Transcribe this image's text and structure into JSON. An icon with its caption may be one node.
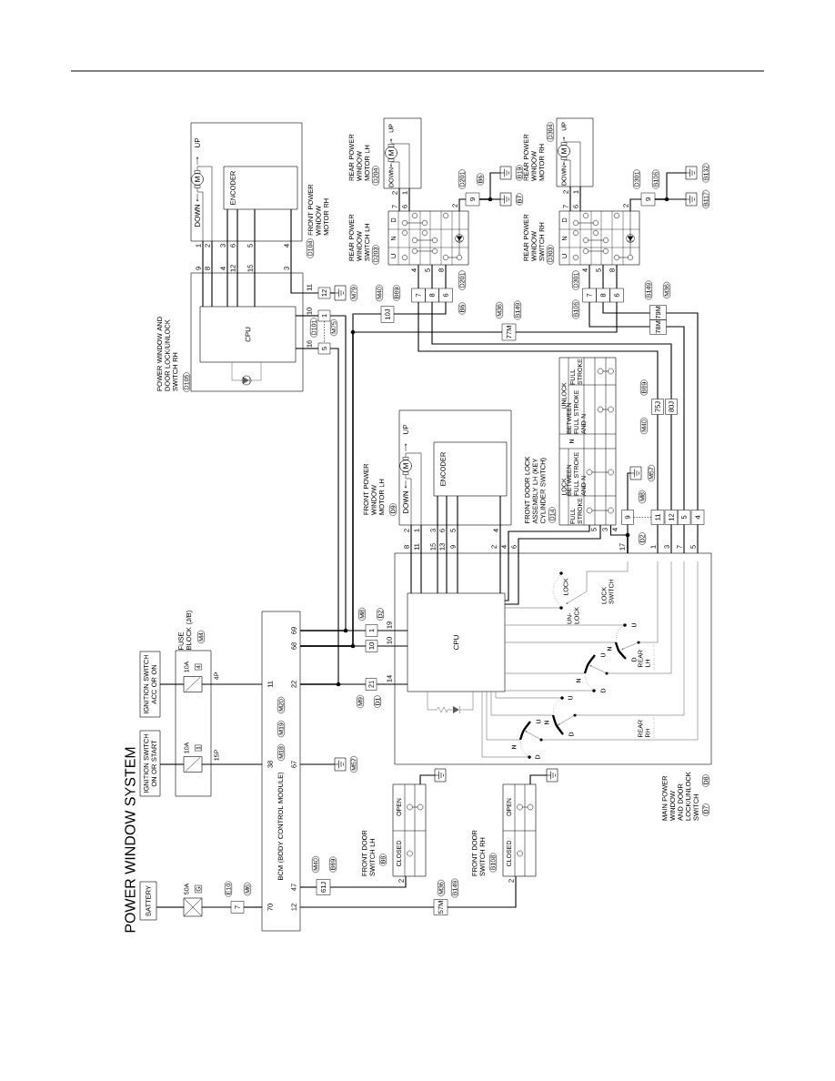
{
  "diagram": {
    "title": "POWER WINDOW SYSTEM",
    "nodes": [
      {
        "text": [
          "BATTERY"
        ]
      },
      {
        "text": [],
        "shape": "fuse",
        "beside": [
          "50A",
          "G"
        ]
      },
      {
        "text": [
          "7"
        ],
        "beside": [
          "E10",
          "M6"
        ]
      },
      {
        "text": [
          "IGNITION SWITCH ON OR START"
        ]
      },
      {
        "text": [
          "IGNITION SWITCH ACC OR ON"
        ]
      },
      {
        "text": [
          "FUSE BLOCK (J/B)"
        ],
        "beside": [
          "M4"
        ]
      },
      {
        "text": [],
        "shape": "fuse",
        "beside": [
          "10A",
          "1",
          "15P"
        ],
        "in": 5
      },
      {
        "text": [],
        "shape": "fuse",
        "beside": [
          "10A",
          "4",
          "4P"
        ],
        "in": 5
      },
      {
        "text": [
          "BCM (BODY CONTROL MODULE)",
          "M18",
          "M19",
          "M20"
        ]
      },
      {
        "text": [],
        "shape": "ground",
        "beside": [
          "M57"
        ]
      },
      {
        "text": [
          "1"
        ],
        "beside": [
          "M8",
          "D2"
        ]
      },
      {
        "text": [
          "10"
        ]
      },
      {
        "text": [
          "21"
        ],
        "beside": [
          "M9",
          "D1"
        ]
      },
      {
        "text": [
          "MAIN POWER WINDOW AND DOOR LOCK/UNLOCK SWITCH"
        ],
        "beside": [
          "D7",
          "D8"
        ]
      },
      {
        "text": [
          "CPU"
        ],
        "in": 13
      },
      {
        "text": [
          "FRONT DOOR SWITCH LH",
          "CLOSED",
          "OPEN"
        ],
        "beside": [
          "B8"
        ]
      },
      {
        "text": [],
        "shape": "ground"
      },
      {
        "text": [
          "FRONT DOOR SWITCH RH",
          "CLOSED",
          "OPEN"
        ],
        "beside": [
          "B108"
        ]
      },
      {
        "text": [],
        "shape": "ground"
      },
      {
        "text": [
          "61J"
        ],
        "beside": [
          "M40",
          "B69"
        ]
      },
      {
        "text": [
          "57M"
        ],
        "beside": [
          "M36",
          "B149"
        ]
      },
      {
        "text": [
          "FRONT POWER WINDOW MOTOR LH",
          "DOWN",
          "UP",
          "M"
        ],
        "beside": [
          "D9"
        ]
      },
      {
        "text": [
          "ENCODER"
        ],
        "in": 21
      },
      {
        "text": [
          "FRONT DOOR LOCK ASSEMBLY LH (KEY CYLINDER SWITCH)",
          "LOCK",
          "FULL STROKE",
          "BETWEEN FULL STROKE AND N",
          "N",
          "UNLOCK",
          "BETWEEN FULL STROKE AND N",
          "FULL STROKE"
        ],
        "beside": [
          "D14"
        ]
      },
      {
        "text": [
          "9"
        ],
        "beside": [
          "M8",
          "D2"
        ]
      },
      {
        "text": [],
        "shape": "ground",
        "beside": [
          "M57"
        ]
      },
      {
        "text": [
          "11"
        ]
      },
      {
        "text": [
          "12"
        ]
      },
      {
        "text": [
          "5"
        ]
      },
      {
        "text": [
          "4"
        ]
      },
      {
        "text": [
          "75J"
        ],
        "beside": [
          "M40",
          "B69"
        ]
      },
      {
        "text": [
          "80J"
        ]
      },
      {
        "text": [
          "REAR POWER WINDOW SWITCH LH",
          "U",
          "N",
          "D"
        ],
        "beside": [
          "D203"
        ]
      },
      {
        "text": [
          "REAR POWER WINDOW MOTOR LH",
          "DOWN",
          "UP",
          "M"
        ],
        "beside": [
          "D204"
        ]
      },
      {
        "text": [
          "9"
        ],
        "beside": [
          "D201",
          "B6"
        ]
      },
      {
        "text": [],
        "shape": "ground",
        "beside": [
          "B19"
        ]
      },
      {
        "text": [],
        "shape": "ground",
        "beside": [
          "B7"
        ]
      },
      {
        "text": [
          "7"
        ]
      },
      {
        "text": [
          "8"
        ]
      },
      {
        "text": [
          "6"
        ],
        "beside": [
          "D201",
          "B6"
        ]
      },
      {
        "text": [
          "10J"
        ],
        "beside": [
          "M40",
          "B69"
        ]
      },
      {
        "text": [
          "77M"
        ],
        "beside": [
          "M36",
          "B149"
        ]
      },
      {
        "text": [
          "REAR POWER WINDOW SWITCH RH",
          "U",
          "N",
          "D"
        ],
        "beside": [
          "D303"
        ]
      },
      {
        "text": [
          "REAR POWER WINDOW MOTOR RH",
          "DOWN",
          "UP",
          "M"
        ],
        "beside": [
          "D304"
        ]
      },
      {
        "text": [
          "9"
        ],
        "beside": [
          "D301",
          "B106"
        ]
      },
      {
        "text": [],
        "shape": "ground",
        "beside": [
          "B132"
        ]
      },
      {
        "text": [],
        "shape": "ground",
        "beside": [
          "B117"
        ]
      },
      {
        "text": [
          "7"
        ],
        "beside": [
          "D301",
          "B106"
        ]
      },
      {
        "text": [
          "8"
        ]
      },
      {
        "text": [
          "6"
        ]
      },
      {
        "text": [
          "79M"
        ],
        "beside": [
          "B149",
          "M36"
        ]
      },
      {
        "text": [
          "78M"
        ]
      },
      {
        "text": [
          "POWER WINDOW AND DOOR LOCK/UNLOCK SWITCH RH"
        ],
        "beside": [
          "D105"
        ]
      },
      {
        "text": [
          "CPU"
        ],
        "in": 52
      },
      {
        "text": [
          "FRONT POWER WINDOW MOTOR RH",
          "DOWN",
          "UP",
          "M"
        ],
        "beside": [
          "D104"
        ]
      },
      {
        "text": [
          "ENCODER"
        ],
        "in": 54
      },
      {
        "text": [
          "12"
        ]
      },
      {
        "text": [],
        "shape": "ground",
        "beside": [
          "M79"
        ]
      },
      {
        "text": [
          "1"
        ],
        "beside": [
          "D101",
          "M75"
        ]
      },
      {
        "text": [
          "5"
        ]
      }
    ],
    "edges": [
      {
        "from": 0,
        "to": 1,
        "arrow": "none"
      },
      {
        "from": 1,
        "to": 2,
        "arrow": "none"
      },
      {
        "from": 2,
        "to": 8,
        "arrow": "none"
      },
      {
        "from": 3,
        "to": 6,
        "arrow": "none"
      },
      {
        "from": 6,
        "to": 8,
        "arrow": "none"
      },
      {
        "from": 4,
        "to": 7,
        "arrow": "none"
      },
      {
        "from": 7,
        "to": 8,
        "arrow": "none"
      },
      {
        "from": 8,
        "to": 9,
        "arrow": "none"
      },
      {
        "from": 8,
        "to": 10,
        "arrow": "none"
      },
      {
        "from": 8,
        "to": 58,
        "arrow": "none"
      },
      {
        "from": 8,
        "to": 11,
        "arrow": "none"
      },
      {
        "from": 8,
        "to": 40,
        "arrow": "none"
      },
      {
        "from": 8,
        "to": 41,
        "arrow": "none"
      },
      {
        "from": 8,
        "to": 12,
        "arrow": "none"
      },
      {
        "from": 8,
        "to": 59,
        "arrow": "none"
      },
      {
        "from": 10,
        "to": 14,
        "arrow": "none"
      },
      {
        "from": 11,
        "to": 14,
        "arrow": "none"
      },
      {
        "from": 12,
        "to": 14,
        "arrow": "none"
      },
      {
        "from": 8,
        "to": 19,
        "arrow": "none"
      },
      {
        "from": 19,
        "to": 15,
        "arrow": "none"
      },
      {
        "from": 8,
        "to": 20,
        "arrow": "none"
      },
      {
        "from": 20,
        "to": 17,
        "arrow": "none"
      },
      {
        "from": 15,
        "to": 16,
        "arrow": "none"
      },
      {
        "from": 17,
        "to": 18,
        "arrow": "none"
      },
      {
        "from": 21,
        "to": 14,
        "arrow": "none"
      },
      {
        "from": 21,
        "to": 14,
        "arrow": "none"
      },
      {
        "from": 22,
        "to": 14,
        "arrow": "none"
      },
      {
        "from": 22,
        "to": 14,
        "arrow": "none"
      },
      {
        "from": 22,
        "to": 14,
        "arrow": "none"
      },
      {
        "from": 22,
        "to": 14,
        "arrow": "none"
      },
      {
        "from": 23,
        "to": 14,
        "arrow": "none"
      },
      {
        "from": 23,
        "to": 14,
        "arrow": "none"
      },
      {
        "from": 23,
        "to": 13,
        "arrow": "none"
      },
      {
        "from": 24,
        "to": 13,
        "arrow": "none"
      },
      {
        "from": 25,
        "to": 24,
        "arrow": "none"
      },
      {
        "from": 26,
        "to": 13,
        "arrow": "none"
      },
      {
        "from": 27,
        "to": 13,
        "arrow": "none"
      },
      {
        "from": 28,
        "to": 13,
        "arrow": "none"
      },
      {
        "from": 29,
        "to": 13,
        "arrow": "none"
      },
      {
        "from": 30,
        "to": 26,
        "arrow": "none"
      },
      {
        "from": 31,
        "to": 27,
        "arrow": "none"
      },
      {
        "from": 37,
        "to": 30,
        "arrow": "none"
      },
      {
        "from": 38,
        "to": 31,
        "arrow": "none"
      },
      {
        "from": 47,
        "to": 51,
        "arrow": "none"
      },
      {
        "from": 51,
        "to": 28,
        "arrow": "none"
      },
      {
        "from": 48,
        "to": 50,
        "arrow": "none"
      },
      {
        "from": 50,
        "to": 29,
        "arrow": "none"
      },
      {
        "from": 41,
        "to": 49,
        "arrow": "none"
      },
      {
        "from": 40,
        "to": 39,
        "arrow": "none"
      },
      {
        "from": 32,
        "to": 37,
        "arrow": "none"
      },
      {
        "from": 32,
        "to": 38,
        "arrow": "none"
      },
      {
        "from": 32,
        "to": 39,
        "arrow": "none"
      },
      {
        "from": 33,
        "to": 32,
        "arrow": "none"
      },
      {
        "from": 33,
        "to": 32,
        "arrow": "none"
      },
      {
        "from": 32,
        "to": 34,
        "arrow": "none"
      },
      {
        "from": 34,
        "to": 35,
        "arrow": "none"
      },
      {
        "from": 34,
        "to": 36,
        "arrow": "none"
      },
      {
        "from": 42,
        "to": 47,
        "arrow": "none"
      },
      {
        "from": 42,
        "to": 48,
        "arrow": "none"
      },
      {
        "from": 42,
        "to": 49,
        "arrow": "none"
      },
      {
        "from": 43,
        "to": 42,
        "arrow": "none"
      },
      {
        "from": 43,
        "to": 42,
        "arrow": "none"
      },
      {
        "from": 42,
        "to": 44,
        "arrow": "none"
      },
      {
        "from": 44,
        "to": 45,
        "arrow": "none"
      },
      {
        "from": 44,
        "to": 46,
        "arrow": "none"
      },
      {
        "from": 54,
        "to": 53,
        "arrow": "none"
      },
      {
        "from": 54,
        "to": 53,
        "arrow": "none"
      },
      {
        "from": 55,
        "to": 53,
        "arrow": "none"
      },
      {
        "from": 55,
        "to": 53,
        "arrow": "none"
      },
      {
        "from": 55,
        "to": 53,
        "arrow": "none"
      },
      {
        "from": 55,
        "to": 56,
        "arrow": "none"
      },
      {
        "from": 56,
        "to": 57,
        "arrow": "none"
      },
      {
        "from": 53,
        "to": 58,
        "arrow": "none"
      },
      {
        "from": 53,
        "to": 59,
        "arrow": "none"
      },
      {
        "from": 24,
        "to": 26,
        "arrow": "none",
        "style": "dashed"
      },
      {
        "from": 58,
        "to": 59,
        "arrow": "none",
        "style": "dashed"
      }
    ],
    "labels": [
      "70",
      "38",
      "11",
      "12",
      "47",
      "67",
      "22",
      "68",
      "69",
      "19",
      "10",
      "14",
      "8",
      "11",
      "15",
      "13",
      "9",
      "2",
      "4",
      "6",
      "17",
      "1",
      "3",
      "7",
      "5",
      "2",
      "1",
      "3",
      "6",
      "5",
      "4",
      "5",
      "3",
      "4",
      "2",
      "1",
      "7",
      "6",
      "2",
      "4",
      "5",
      "8",
      "2",
      "1",
      "7",
      "6",
      "2",
      "4",
      "5",
      "8",
      "1",
      "2",
      "3",
      "6",
      "5",
      "4",
      "9",
      "8",
      "4",
      "12",
      "15",
      "3",
      "11",
      "10",
      "16",
      "2",
      "2",
      "LOCK",
      "UN-LOCK",
      "LOCK SWITCH",
      "U",
      "N",
      "D",
      "U",
      "N",
      "D",
      "U",
      "N",
      "D",
      "U",
      "N",
      "D",
      "REAR LH",
      "REAR RH"
    ]
  }
}
